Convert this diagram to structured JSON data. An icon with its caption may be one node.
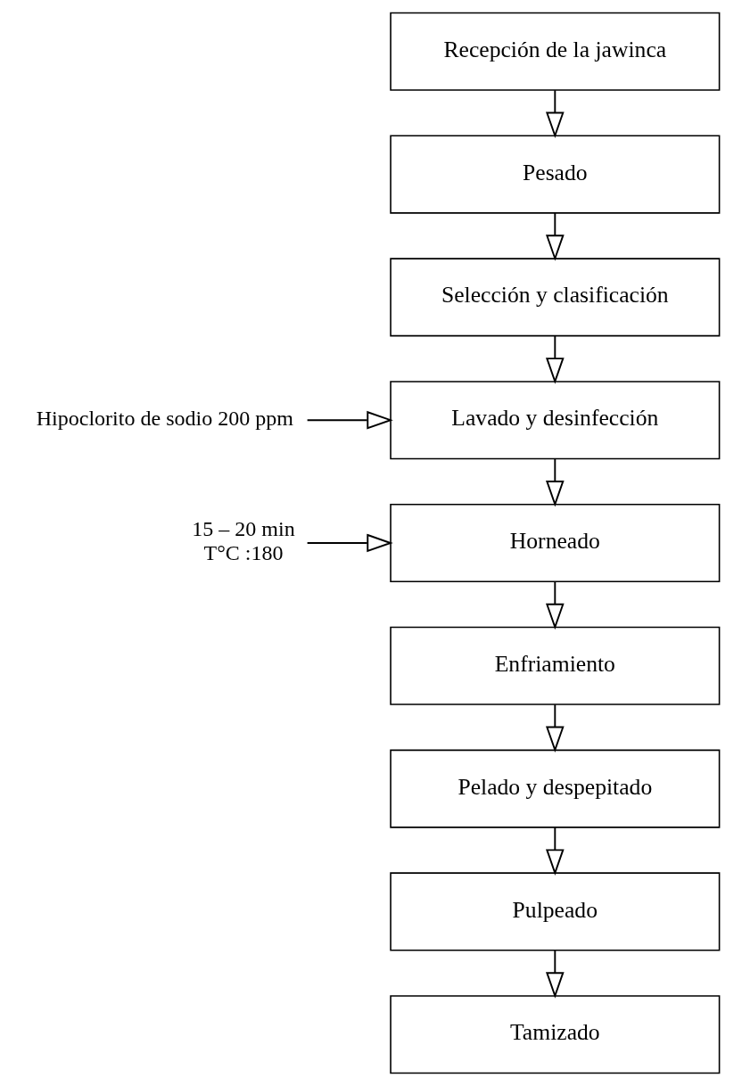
{
  "diagram": {
    "nodes": [
      {
        "text": [
          "Recepción de la jawinca"
        ]
      },
      {
        "text": [
          "Pesado"
        ]
      },
      {
        "text": [
          "Selección y clasificación"
        ]
      },
      {
        "text": [
          "Lavado y desinfección"
        ]
      },
      {
        "text": [
          "Horneado"
        ]
      },
      {
        "text": [
          "Enfriamiento"
        ]
      },
      {
        "text": [
          "Pelado y despepitado"
        ]
      },
      {
        "text": [
          "Pulpeado"
        ]
      },
      {
        "text": [
          "Tamizado"
        ]
      },
      {
        "text": [
          "Hipoclorito de sodio 200 ppm"
        ]
      },
      {
        "text": [
          "15 – 20 min",
          "T°C :180"
        ]
      }
    ],
    "edges": [
      {
        "from": 0,
        "to": 1,
        "arrow": "to"
      },
      {
        "from": 1,
        "to": 2,
        "arrow": "to"
      },
      {
        "from": 2,
        "to": 3,
        "arrow": "to"
      },
      {
        "from": 3,
        "to": 4,
        "arrow": "to"
      },
      {
        "from": 4,
        "to": 5,
        "arrow": "to"
      },
      {
        "from": 5,
        "to": 6,
        "arrow": "to"
      },
      {
        "from": 6,
        "to": 7,
        "arrow": "to"
      },
      {
        "from": 7,
        "to": 8,
        "arrow": "to"
      },
      {
        "from": 9,
        "to": 3,
        "arrow": "to"
      },
      {
        "from": 10,
        "to": 4,
        "arrow": "to"
      }
    ]
  }
}
